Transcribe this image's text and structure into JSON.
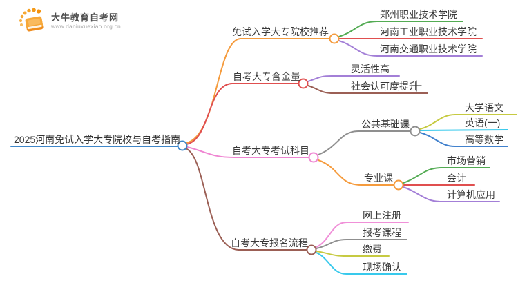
{
  "logo": {
    "title": "大牛教育自考网",
    "url": "www.daniuxuexiao.org.cn",
    "icon": "orange-book-with-dots"
  },
  "palette": {
    "root_blue": "#3f87c9",
    "orange": "#f59b3d",
    "red": "#e04f4f",
    "green": "#53ab53",
    "purple": "#a37fd7",
    "pink": "#ef86d2",
    "magenta_pink": "#f090d8",
    "brown": "#9b5f55",
    "gray": "#8f8f8f",
    "olive": "#c6ca41",
    "cyan": "#38c9ec",
    "blue": "#4181cd",
    "text": "#3a3a3a"
  },
  "mindmap": {
    "root": {
      "label": "2025河南免试入学大专院校与自考指南",
      "color": "#3f87c9"
    },
    "branches": [
      {
        "label": "免试入学大专院校推荐",
        "color": "#f59b3d",
        "children": [
          {
            "label": "郑州职业技术学院",
            "color": "#53ab53"
          },
          {
            "label": "河南工业职业技术学院",
            "color": "#e04f4f"
          },
          {
            "label": "河南交通职业技术学院",
            "color": "#a37fd7"
          }
        ]
      },
      {
        "label": "自考大专含金量",
        "color": "#e04f4f",
        "children": [
          {
            "label": "灵活性高",
            "color": "#a37fd7"
          },
          {
            "label": "社会认可度提升",
            "color": "#9b5f55"
          }
        ]
      },
      {
        "label": "自考大专考试科目",
        "color": "#ef86d2",
        "children": [
          {
            "label": "公共基础课",
            "color": "#8f8f8f",
            "children": [
              {
                "label": "大学语文",
                "color": "#c6ca41"
              },
              {
                "label": "英语(一)",
                "color": "#38c9ec"
              },
              {
                "label": "高等数学",
                "color": "#4181cd"
              }
            ]
          },
          {
            "label": "专业课",
            "color": "#f59b3d",
            "children": [
              {
                "label": "市场营销",
                "color": "#53ab53"
              },
              {
                "label": "会计",
                "color": "#e04f4f"
              },
              {
                "label": "计算机应用",
                "color": "#a37fd7"
              }
            ]
          }
        ]
      },
      {
        "label": "自考大专报名流程",
        "color": "#9b5f55",
        "children": [
          {
            "label": "网上注册",
            "color": "#f090d8"
          },
          {
            "label": "报考课程",
            "color": "#8f8f8f"
          },
          {
            "label": "缴费",
            "color": "#c6ca41"
          },
          {
            "label": "现场确认",
            "color": "#38c9ec"
          }
        ]
      }
    ]
  }
}
